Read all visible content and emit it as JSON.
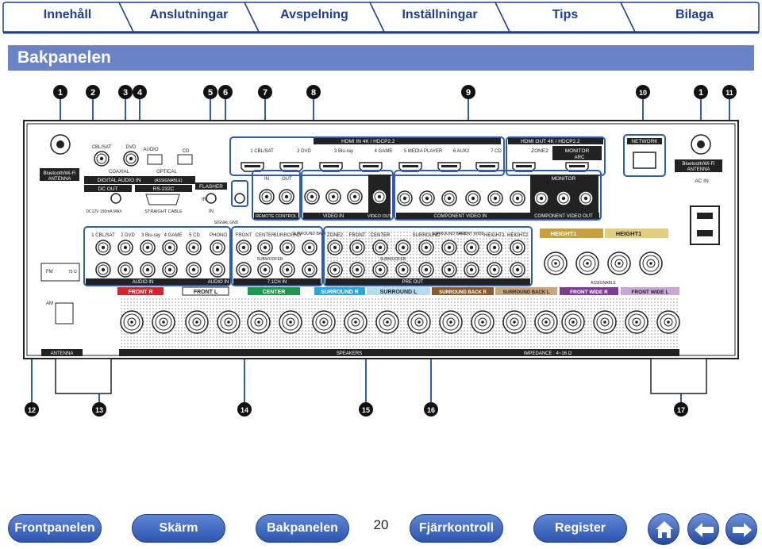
{
  "tabs": [
    {
      "label": "Innehåll"
    },
    {
      "label": "Anslutningar"
    },
    {
      "label": "Avspelning"
    },
    {
      "label": "Inställningar"
    },
    {
      "label": "Tips"
    },
    {
      "label": "Bilaga"
    }
  ],
  "page_title": "Bakpanelen",
  "callouts": [
    "1",
    "2",
    "3",
    "4",
    "5",
    "6",
    "7",
    "8",
    "9",
    "10",
    "1",
    "11",
    "12",
    "13",
    "14",
    "15",
    "16",
    "17"
  ],
  "labels": {
    "bt_antenna_l": "Bluetooth/Wi-Fi",
    "bt_antenna_l2": "ANTENNA",
    "bt_antenna_r": "Bluetooth/Wi-Fi",
    "bt_antenna_r2": "ANTENNA",
    "digital_audio": "DIGITAL AUDIO IN",
    "coaxial": "COAXIAL",
    "optical": "OPTICAL",
    "assignable": "(ASSIGNABLE)",
    "dc_out": "DC OUT",
    "dc_spec": "DC12V 150mA MAX",
    "rs232c": "RS-232C",
    "straight_cable": "STRAIGHT CABLE",
    "flasher": "FLASHER",
    "ir": "IR",
    "in": "IN",
    "signal_gnd": "SIGNAL GND",
    "hdmi_in": "HDMI IN  4K / HDCP2.2",
    "hdmi_out": "HDMI OUT  4K / HDCP2.2",
    "zone2": "ZONE2",
    "monitor_arc": "MONITOR",
    "arc": "ARC",
    "network": "NETWORK",
    "ac_in": "AC IN",
    "remote_control": "REMOTE CONTROL",
    "video_in": "VIDEO IN",
    "video_out": "VIDEO OUT",
    "component_in": "COMPONENT VIDEO IN",
    "component_out": "COMPONENT VIDEO OUT",
    "monitor": "MONITOR",
    "audio_in": "AUDIO IN",
    "audio_in2": "AUDIO IN",
    "ch71_in": "7.1CH IN",
    "pre_out": "PRE OUT",
    "height1_r": "HEIGHT1",
    "height1_l": "HEIGHT1",
    "fm": "FM",
    "fm_ohm": "75 Ω",
    "am": "AM",
    "antenna": "ANTENNA",
    "speakers": "SPEAKERS",
    "impedance": "IMPEDANCE : 4~16 Ω",
    "assignable2": "ASSIGNABLE",
    "phono": "PHONO",
    "subwoofer": "SUBWOOFER"
  },
  "hdmi_inputs": [
    "1 CBL/SAT",
    "2 DVD",
    "3 Blu-ray",
    "4 GAME",
    "5 MEDIA PLAYER",
    "6 AUX2",
    "7 CD"
  ],
  "audio_inputs": [
    "1 CBL/SAT",
    "2 DVD",
    "3 Blu-ray",
    "4 GAME",
    "5 CD"
  ],
  "ch71_inputs": [
    "FRONT",
    "CENTER",
    "SURROUND",
    "SURROUND BACK"
  ],
  "pre_outs": [
    "ZONE2",
    "FRONT",
    "CENTER",
    "SURROUND",
    "SURROUND BACK",
    "FRONT WIDE",
    "HEIGHT1",
    "HEIGHT2"
  ],
  "speaker_terminals": [
    {
      "label": "FRONT R",
      "color": "#d8222a"
    },
    {
      "label": "FRONT L",
      "color": "#ffffff"
    },
    {
      "label": "CENTER",
      "color": "#1a9a4a"
    },
    {
      "label": "SURROUND R",
      "color": "#2aa6de"
    },
    {
      "label": "SURROUND L",
      "color": "#b7dcf0"
    },
    {
      "label": "SURROUND BACK R",
      "color": "#8a5a2b"
    },
    {
      "label": "SURROUND BACK L",
      "color": "#caa57a"
    },
    {
      "label": "FRONT WIDE R",
      "color": "#7d3d96"
    },
    {
      "label": "FRONT WIDE L",
      "color": "#c9a6d8"
    }
  ],
  "bottom_nav": [
    {
      "label": "Frontpanelen"
    },
    {
      "label": "Skärm"
    },
    {
      "label": "Bakpanelen"
    },
    {
      "label": "Fjärrkontroll"
    },
    {
      "label": "Register"
    }
  ],
  "page_number": "20",
  "icons": {
    "home": "home-icon",
    "back": "arrow-left-icon",
    "forward": "arrow-right-icon"
  },
  "colors": {
    "accent": "#1c3f94",
    "title_bar": "#6a83c5",
    "highlight": "#2b5db8"
  }
}
